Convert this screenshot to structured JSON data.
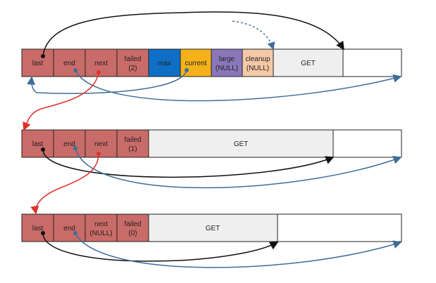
{
  "colors": {
    "red_cell": "#c96b68",
    "blue_cell": "#0f6fc6",
    "orange_cell": "#f5b119",
    "purple_cell": "#8a77ba",
    "peach_cell": "#f5c9a7",
    "gray_cell": "#efefef",
    "white_cell": "#ffffff",
    "border": "#222222",
    "black_arrow": "#111111",
    "blue_arrow": "#3f6d9a",
    "red_arrow": "#e0302a"
  },
  "pool_1": {
    "last": "last",
    "end": "end",
    "next": "next",
    "failed_line1": "failed",
    "failed_line2": "(2)",
    "max": "max",
    "current": "current",
    "large_line1": "large",
    "large_line2": "(NULL)",
    "cleanup_line1": "cleanup",
    "cleanup_line2": "(NULL)",
    "get": "GET"
  },
  "pool_2": {
    "last": "last",
    "end": "end",
    "next": "next",
    "failed_line1": "failed",
    "failed_line2": "(1)",
    "get": "GET"
  },
  "pool_3": {
    "last": "last",
    "end": "end",
    "next_line1": "next",
    "next_line2": "(NULL)",
    "failed_line1": "failed",
    "failed_line2": "(0)",
    "get": "GET"
  }
}
